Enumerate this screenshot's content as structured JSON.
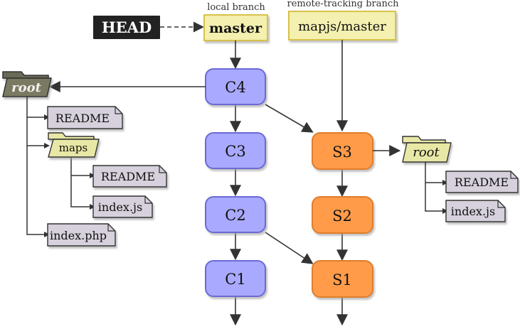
{
  "labels": {
    "local_branch": "local branch",
    "remote_tracking_branch": "remote-tracking branch"
  },
  "refs": {
    "head": "HEAD",
    "master": "master",
    "remote_master": "mapjs/master"
  },
  "commits": {
    "c4": "C4",
    "c3": "C3",
    "c2": "C2",
    "c1": "C1",
    "s3": "S3",
    "s2": "S2",
    "s1": "S1"
  },
  "left_tree": {
    "root": "root",
    "readme": "README",
    "maps": "maps",
    "maps_readme": "README",
    "maps_index_js": "index.js",
    "index_php": "index.php"
  },
  "right_tree": {
    "root": "root",
    "readme": "README",
    "index_js": "index.js"
  },
  "colors": {
    "local_commit_fill": "#a9a9ff",
    "local_commit_stroke": "#6b6bd6",
    "remote_commit_fill": "#ff9b4a",
    "remote_commit_stroke": "#e07d2a",
    "branch_fill": "#f3f0b0",
    "branch_stroke": "#d7c24a",
    "folder_fill": "#e8e8a6",
    "file_fill": "#d6d1dc",
    "head_fill": "#222222"
  }
}
